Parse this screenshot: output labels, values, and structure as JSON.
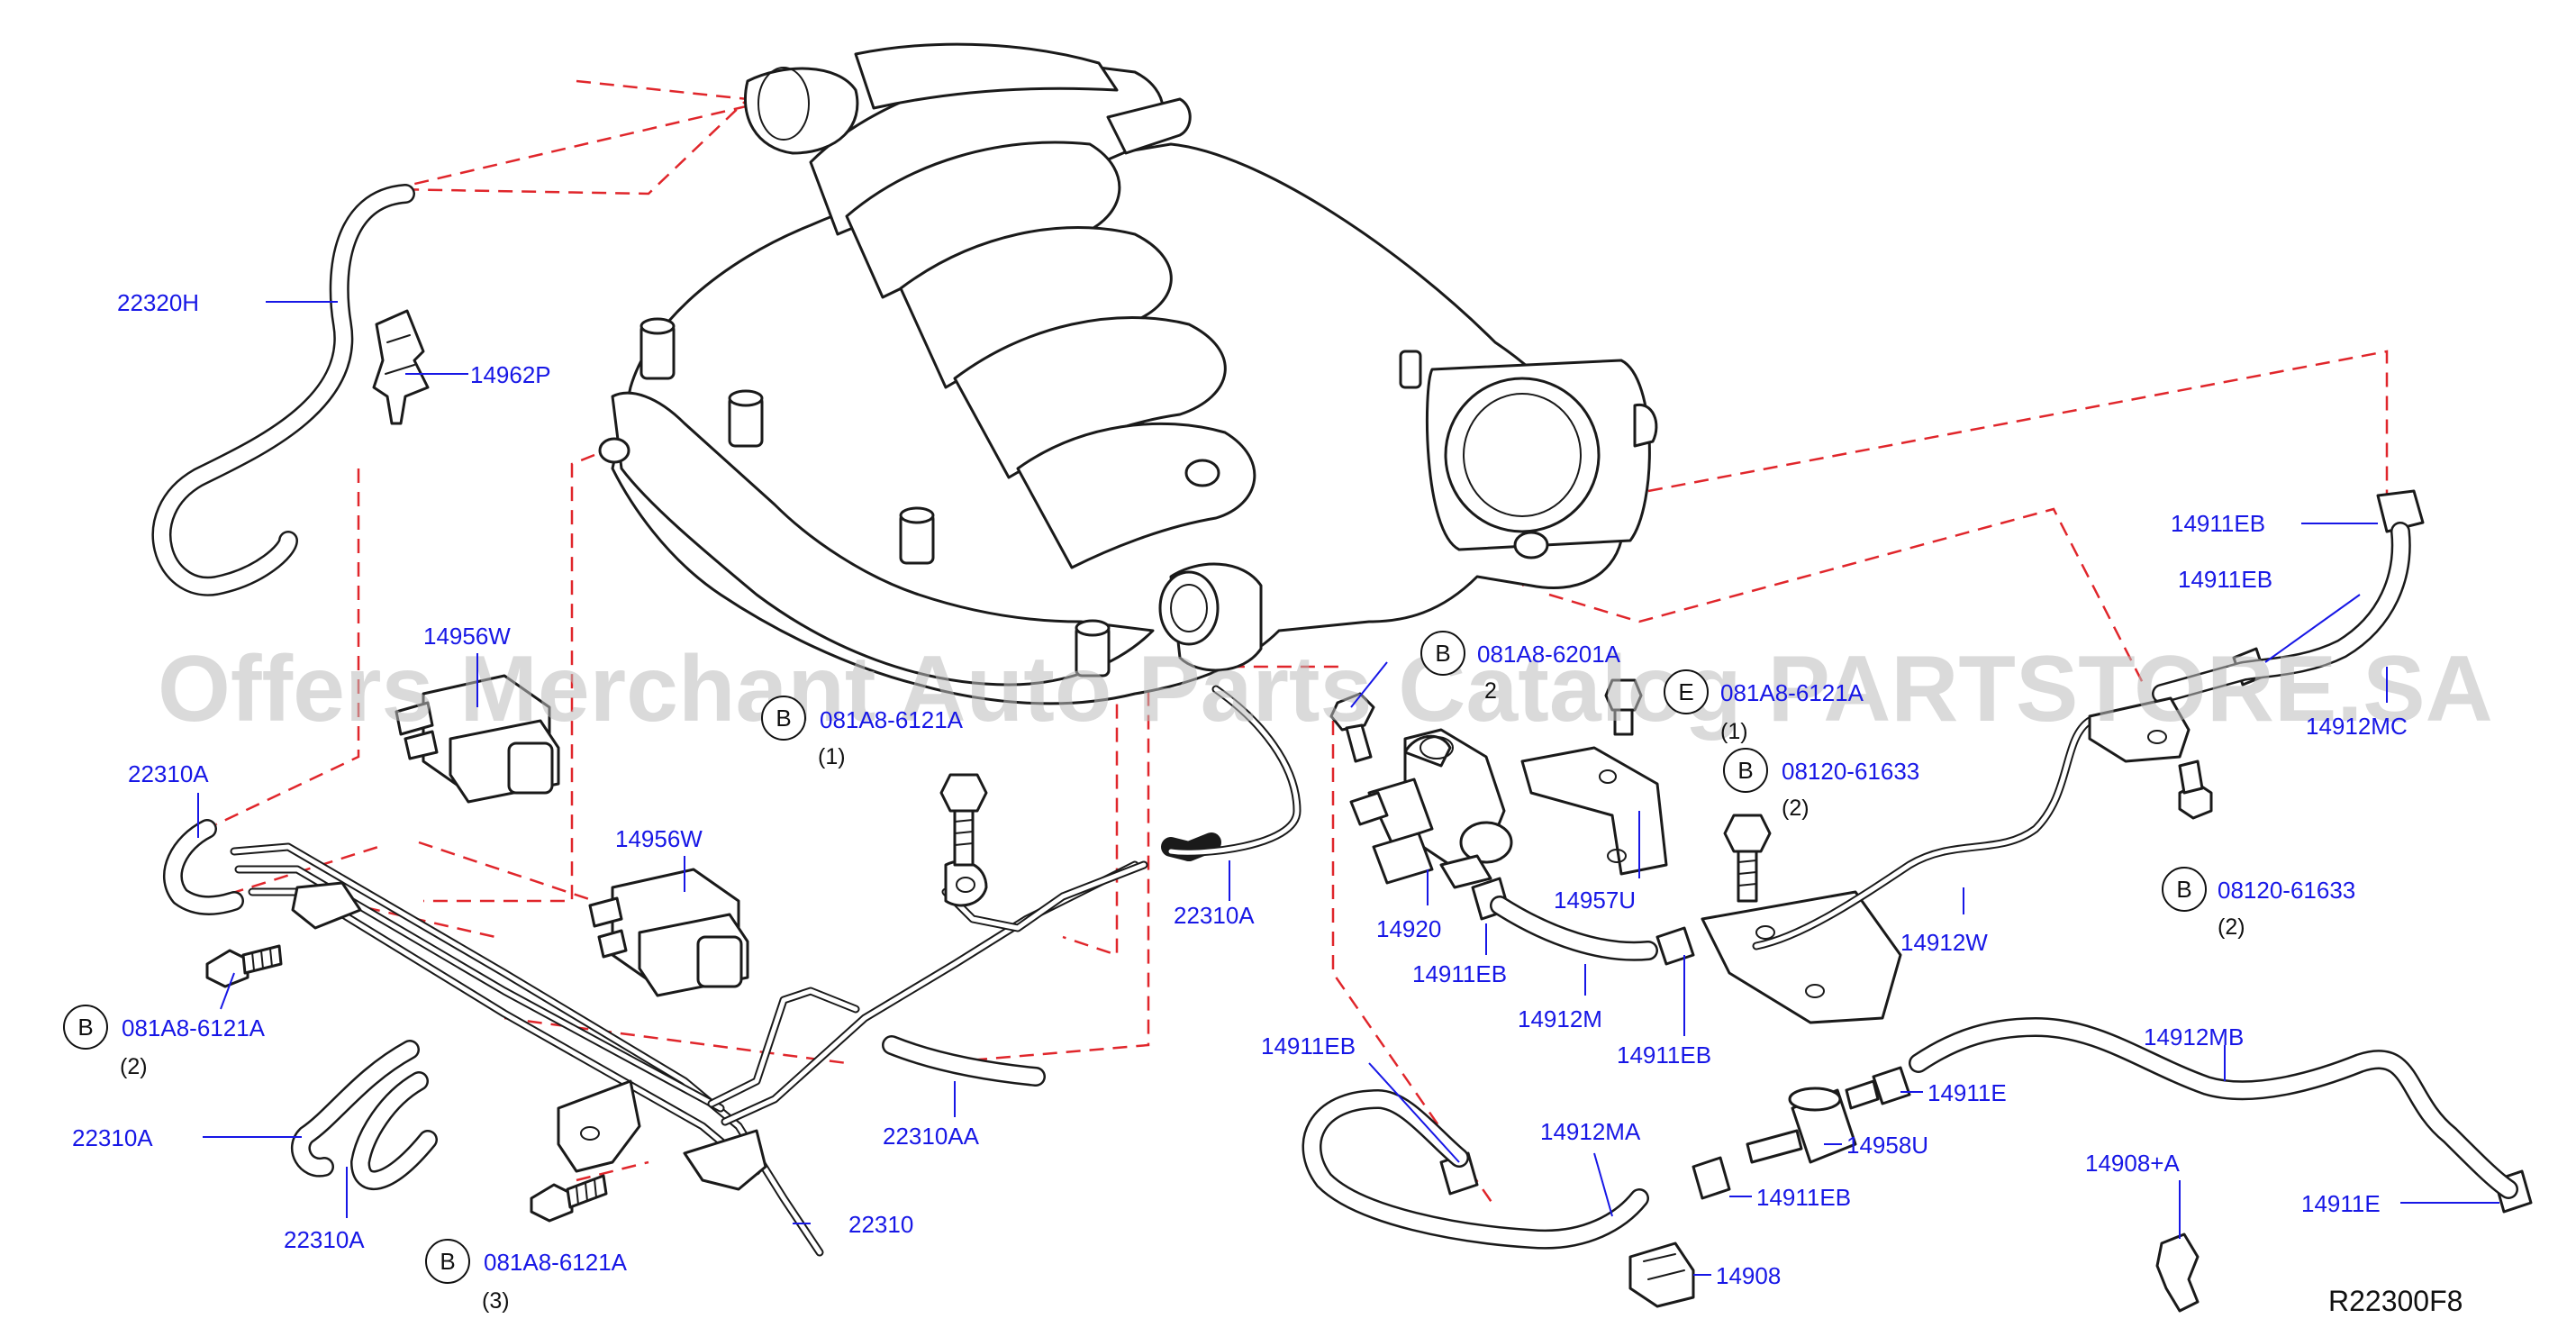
{
  "diagram": {
    "watermark": "Offers Merchant Auto Parts Catalog PARTSTORE.SA",
    "reference": "R22300F8",
    "bolt_letter_b": "B",
    "bolt_letter_e": "E",
    "labels": {
      "p22320H": "22320H",
      "p14962P": "14962P",
      "p14956W_upper": "14956W",
      "p14956W_lower": "14956W",
      "p22310A_left": "22310A",
      "p22310A_mid": "22310A",
      "p22310A_low1": "22310A",
      "p22310A_low2": "22310A",
      "p22310AA": "22310AA",
      "p22310": "22310",
      "p14920": "14920",
      "p14957U": "14957U",
      "p14911EB_a": "14911EB",
      "p14911EB_b": "14911EB",
      "p14911EB_c": "14911EB",
      "p14911EB_d": "14911EB",
      "p14911EB_e": "14911EB",
      "p14911EB_f": "14911EB",
      "p14912M": "14912M",
      "p14912MA": "14912MA",
      "p14912MB": "14912MB",
      "p14912MC": "14912MC",
      "p14912W": "14912W",
      "p14911E_a": "14911E",
      "p14911E_b": "14911E",
      "p14958U": "14958U",
      "p14908": "14908",
      "p14908A": "14908+A",
      "b081_left": "081A8-6121A",
      "b081_center": "081A8-6121A",
      "b081_low": "081A8-6121A",
      "b081_top": "081A8-6201A",
      "e081": "081A8-6121A",
      "b08120_mid": "08120-61633",
      "b08120_right": "08120-61633"
    },
    "quantities": {
      "q_left": "(2)",
      "q_center": "(1)",
      "q_low": "(3)",
      "q_top": "2",
      "q_e": "(1)",
      "q_mid": "(2)",
      "q_right": "(2)"
    }
  }
}
